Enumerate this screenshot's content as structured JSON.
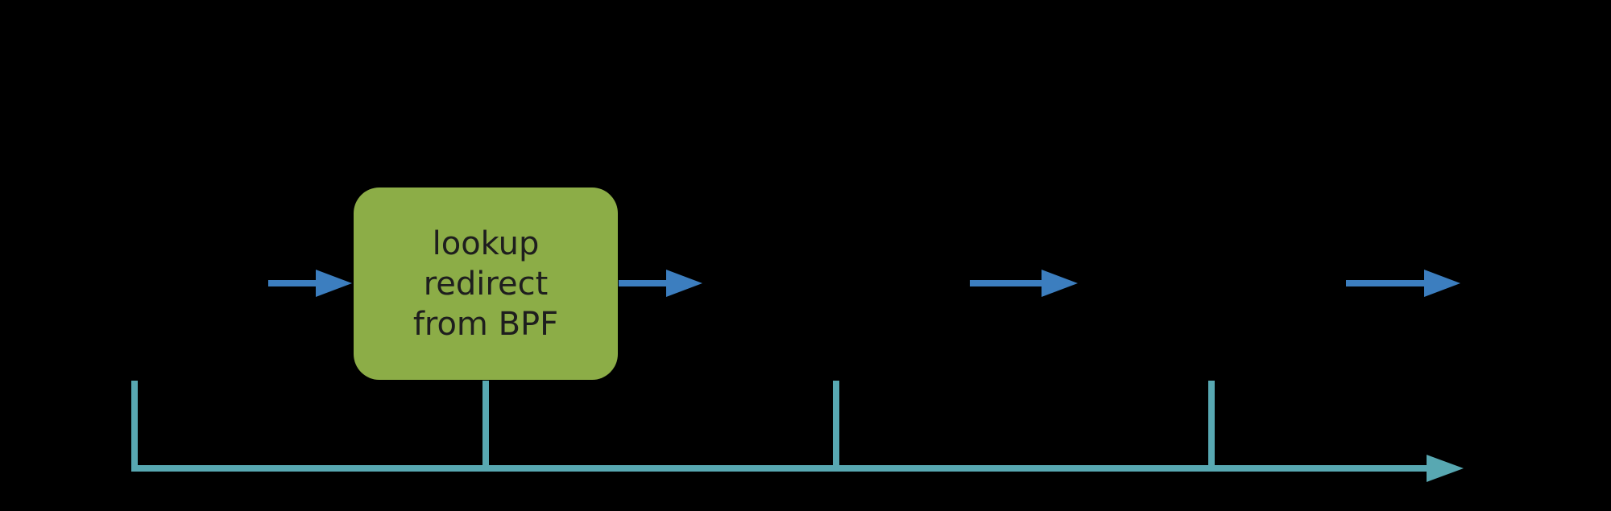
{
  "diagram": {
    "box": {
      "label_lines": [
        "lookup",
        "redirect",
        "from BPF"
      ],
      "full_label": "lookup redirect from BPF"
    },
    "flow_arrows": {
      "count": 4,
      "direction": "right"
    },
    "timeline": {
      "tick_count": 4,
      "direction": "right"
    }
  },
  "colors": {
    "background": "#000000",
    "box_fill": "#8cad47",
    "box_text": "#1e1e1e",
    "arrow_blue": "#3c7ebf",
    "timeline_teal": "#58a8b2"
  }
}
